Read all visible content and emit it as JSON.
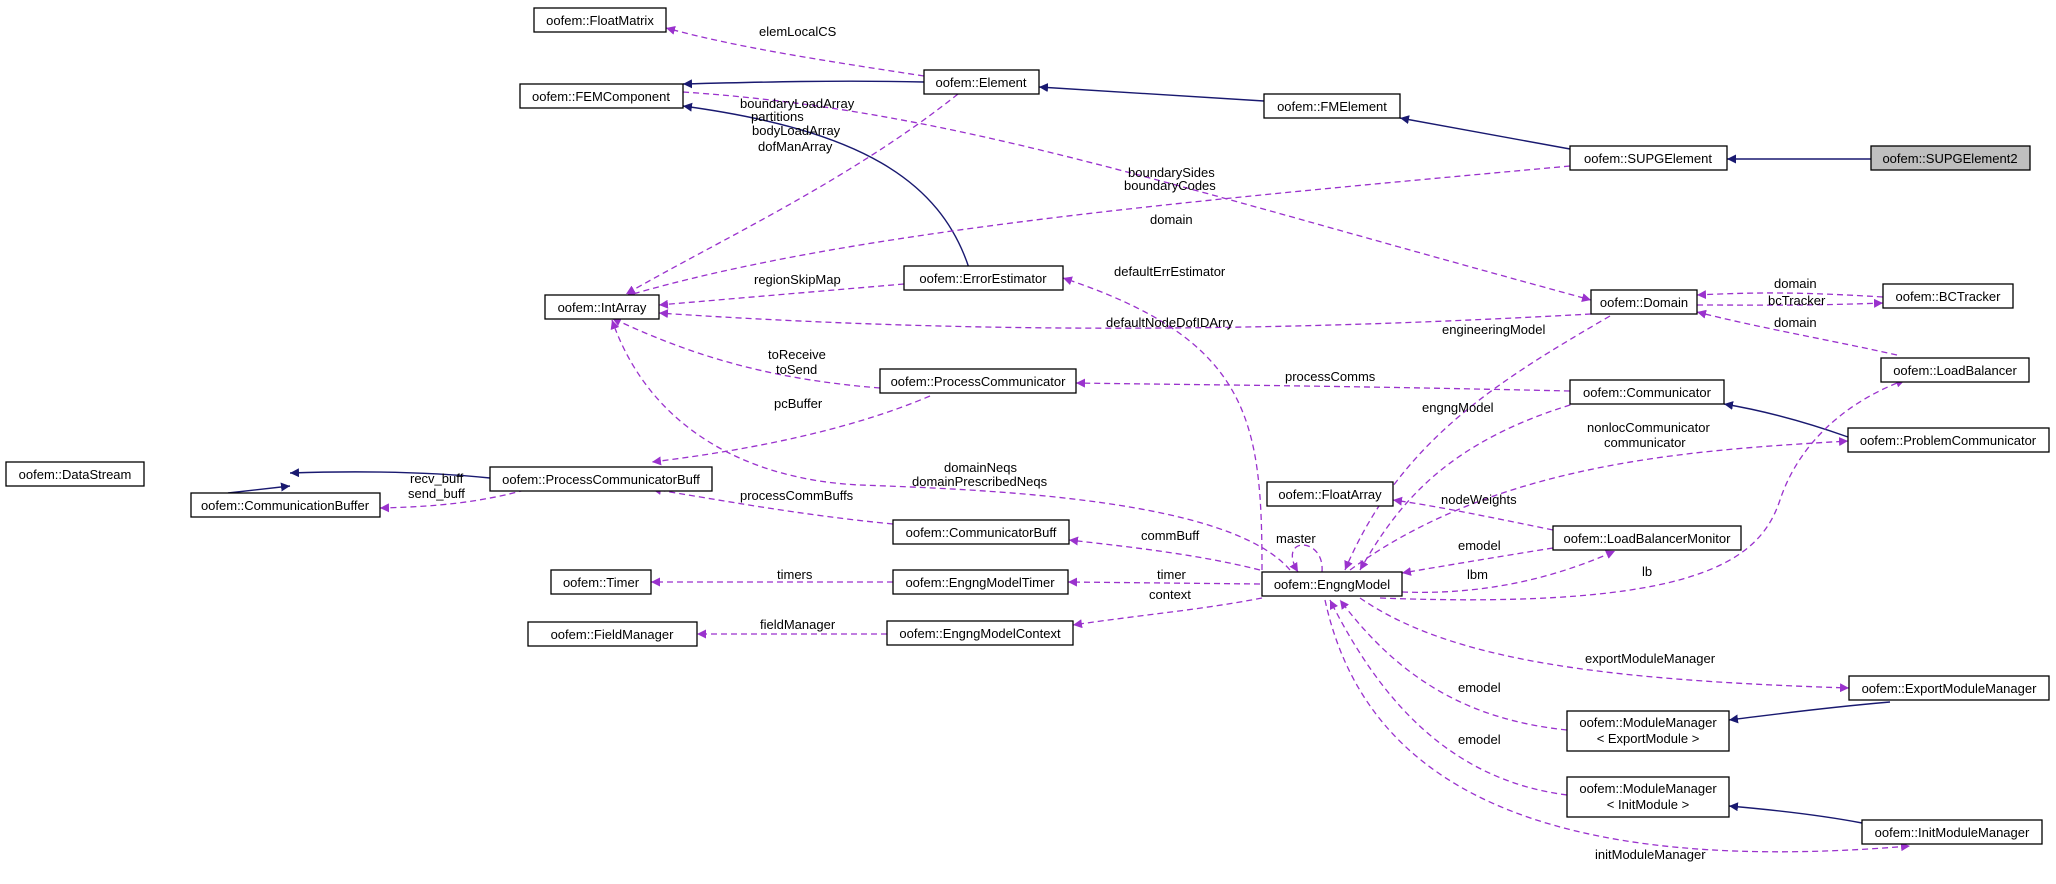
{
  "nodes": {
    "floatmatrix": "oofem::FloatMatrix",
    "femcomponent": "oofem::FEMComponent",
    "element": "oofem::Element",
    "fmelement": "oofem::FMElement",
    "supgelement": "oofem::SUPGElement",
    "supgelement2": "oofem::SUPGElement2",
    "intarray": "oofem::IntArray",
    "errorestimator": "oofem::ErrorEstimator",
    "domain": "oofem::Domain",
    "bctracker": "oofem::BCTracker",
    "loadbalancer": "oofem::LoadBalancer",
    "processcommunicator": "oofem::ProcessCommunicator",
    "communicator": "oofem::Communicator",
    "problemcommunicator": "oofem::ProblemCommunicator",
    "datastream": "oofem::DataStream",
    "communicationbuffer": "oofem::CommunicationBuffer",
    "processcommunicatorbuff": "oofem::ProcessCommunicatorBuff",
    "floatarray": "oofem::FloatArray",
    "communicatorbuff": "oofem::CommunicatorBuff",
    "loadbalancermonitor": "oofem::LoadBalancerMonitor",
    "timer": "oofem::Timer",
    "engngmodeltimer": "oofem::EngngModelTimer",
    "engngmodel": "oofem::EngngModel",
    "fieldmanager": "oofem::FieldManager",
    "engngmodelcontext": "oofem::EngngModelContext",
    "exportmodulemanager": "oofem::ExportModuleManager",
    "modulemanager_export_1": "oofem::ModuleManager",
    "modulemanager_export_2": "< ExportModule >",
    "modulemanager_init_1": "oofem::ModuleManager",
    "modulemanager_init_2": "< InitModule >",
    "initmodulemanager": "oofem::InitModuleManager"
  },
  "edge_labels": {
    "elemlocalcs": "elemLocalCS",
    "boundaryloadarray": "boundaryLoadArray",
    "partitions": "partitions",
    "bodyloadarray": "bodyLoadArray",
    "dofmanarray": "dofManArray",
    "boundarysides": "boundarySides",
    "boundarycodes": "boundaryCodes",
    "domain_main": "domain",
    "regionskipmap": "regionSkipMap",
    "defaulterrestimator": "defaultErrEstimator",
    "domain_bct": "domain",
    "bctracker": "bcTracker",
    "domain_lb": "domain",
    "defaultnodedofidarry": "defaultNodeDofIDArry",
    "engineeringmodel": "engineeringModel",
    "toreceive": "toReceive",
    "tosend": "toSend",
    "processcomms": "processComms",
    "pcbuffer": "pcBuffer",
    "engngmodel_comm": "engngModel",
    "nonloccommunicator": "nonlocCommunicator",
    "communicator": "communicator",
    "domainneqs": "domainNeqs",
    "domainprescribedneqs": "domainPrescribedNeqs",
    "recv_buff": "recv_buff",
    "send_buff": "send_buff",
    "processcommbuffs": "processCommBuffs",
    "nodeweights": "nodeWeights",
    "commbuff": "commBuff",
    "master": "master",
    "emodel_lbm": "emodel",
    "timers": "timers",
    "timer": "timer",
    "lbm": "lbm",
    "lb": "lb",
    "context": "context",
    "fieldmanager": "fieldManager",
    "exportmodulemanager": "exportModuleManager",
    "emodel_export": "emodel",
    "emodel_init": "emodel",
    "initmodulemanager": "initModuleManager"
  },
  "colors": {
    "inheritance": "#191970",
    "usage": "#9a32cd",
    "focus_fill": "#bfbfbf"
  }
}
